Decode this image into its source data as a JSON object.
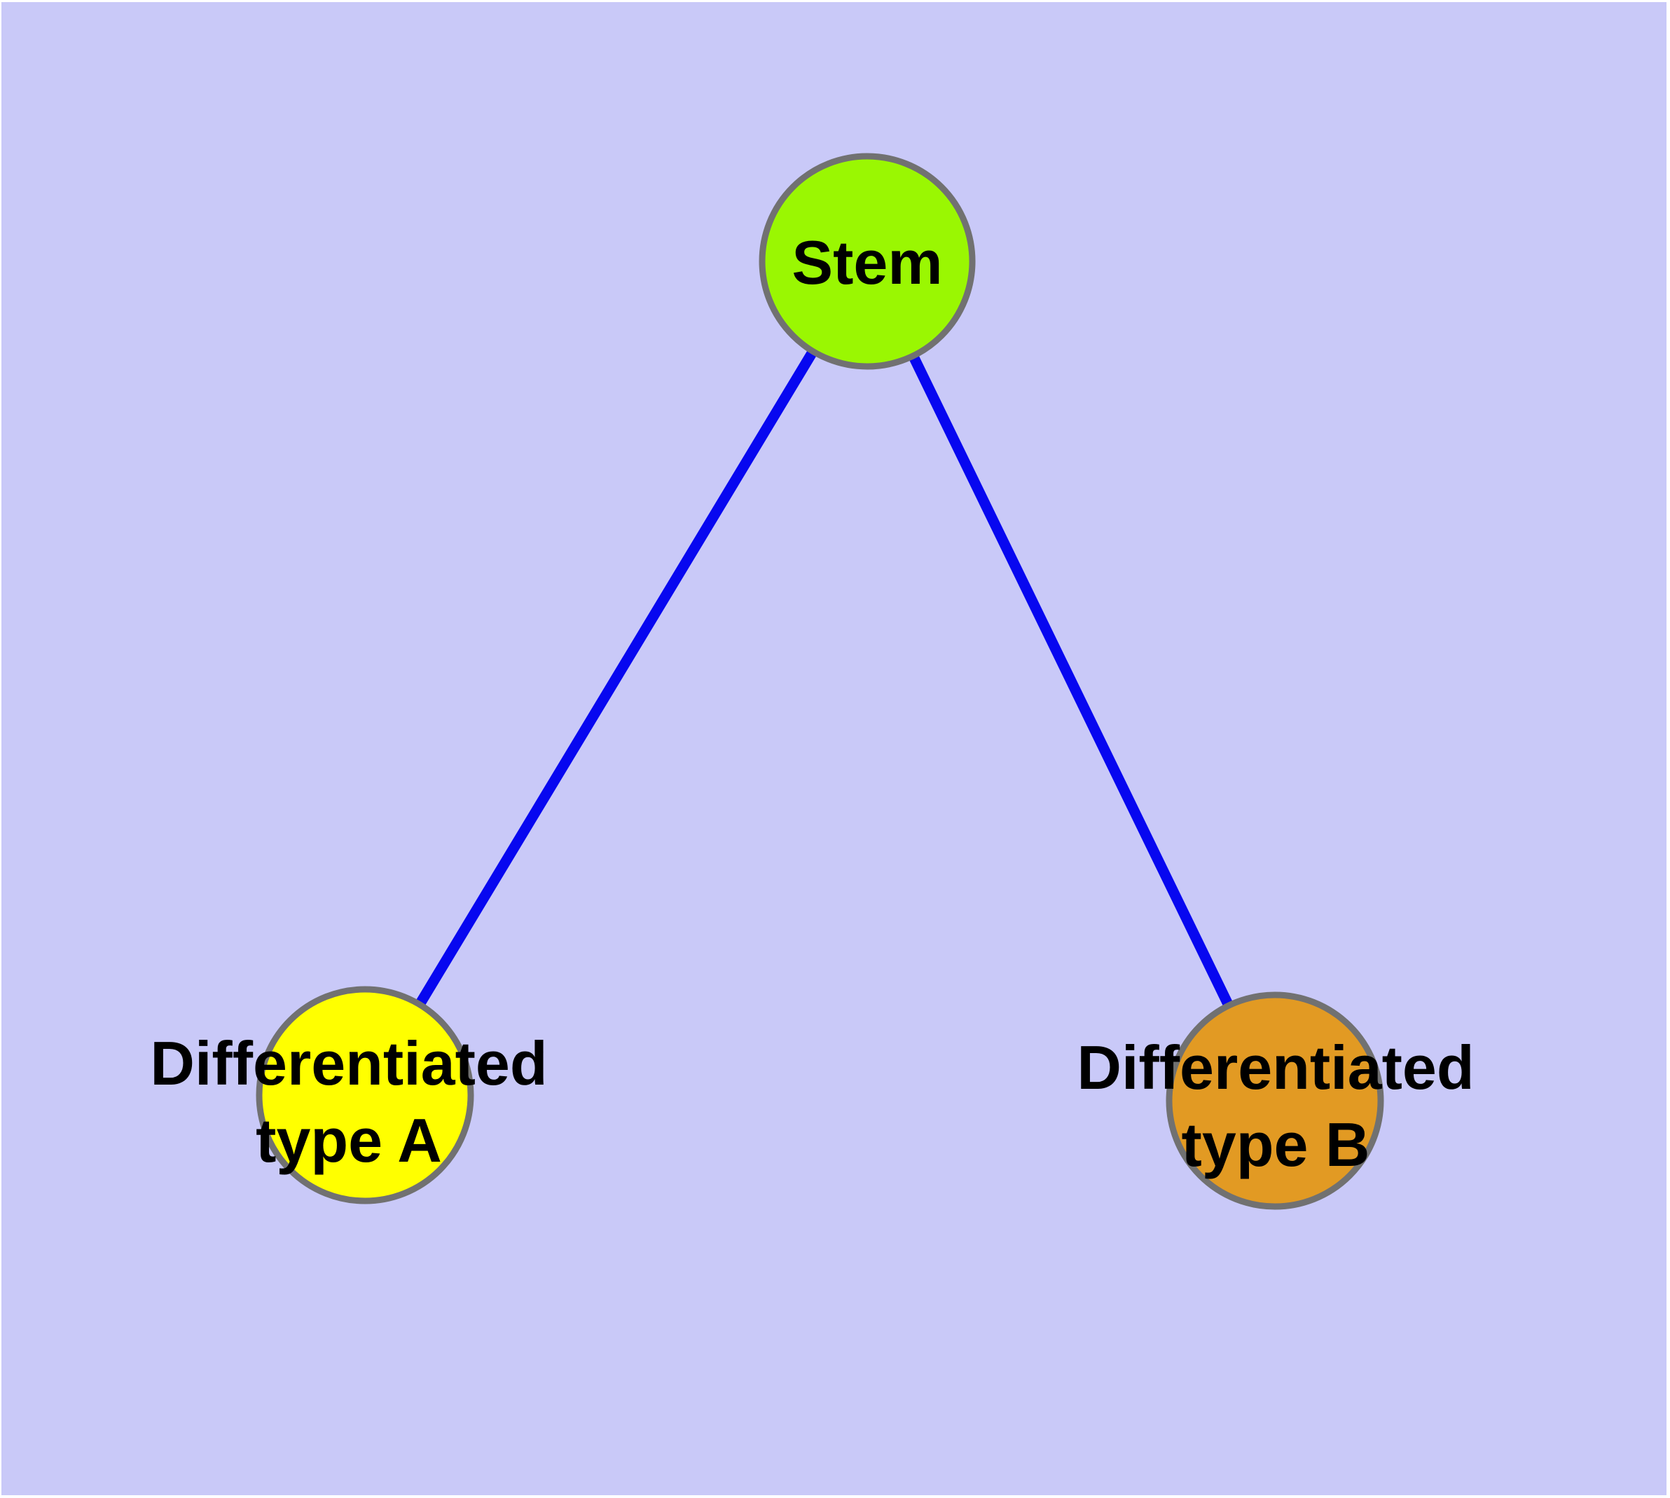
{
  "canvas": {
    "background_color": "#C9C9F8",
    "margin_color": "#FFFFFF"
  },
  "graph": {
    "type": "node-link-diagram",
    "edge_color": "#0707F0",
    "node_border_color": "#717171",
    "label_color": "#000000",
    "nodes": [
      {
        "id": "stem",
        "label": "Stem",
        "label_lines": [
          "Stem"
        ],
        "color": "#9AF702"
      },
      {
        "id": "differentiated-type-a",
        "label": "Differentiated type A",
        "label_lines": [
          "Differentiated",
          "type A"
        ],
        "color": "#FFFF00"
      },
      {
        "id": "differentiated-type-b",
        "label": "Differentiated type B",
        "label_lines": [
          "Differentiated",
          "type B"
        ],
        "color": "#E29A23"
      }
    ],
    "edges": [
      {
        "from": "stem",
        "to": "differentiated-type-a"
      },
      {
        "from": "stem",
        "to": "differentiated-type-b"
      }
    ]
  }
}
